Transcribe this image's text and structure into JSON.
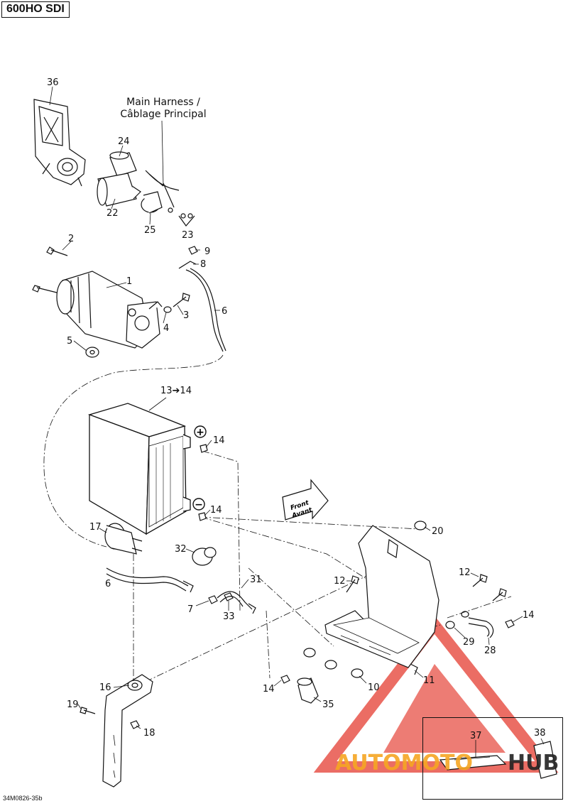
{
  "header": {
    "title": "600HO SDI"
  },
  "footer": {
    "doc_code": "34M0826-35b"
  },
  "labels": {
    "main_harness_line1": "Main Harness /",
    "main_harness_line2": "Câblage Principal",
    "front_line1": "Front",
    "front_line2": "Avant",
    "plus_symbol": "+",
    "minus_symbol": "−"
  },
  "callouts": {
    "c1": "1",
    "c2": "2",
    "c3": "3",
    "c4": "4",
    "c5": "5",
    "c6a": "6",
    "c6b": "6",
    "c7": "7",
    "c8": "8",
    "c9": "9",
    "c10": "10",
    "c11": "11",
    "c12a": "12",
    "c12b": "12",
    "c13": "13➔14",
    "c14a": "14",
    "c14b": "14",
    "c14c": "14",
    "c14d": "14",
    "c16": "16",
    "c17": "17",
    "c18": "18",
    "c19": "19",
    "c20": "20",
    "c22": "22",
    "c23": "23",
    "c24": "24",
    "c25": "25",
    "c28": "28",
    "c29": "29",
    "c31": "31",
    "c32": "32",
    "c33": "33",
    "c35": "35",
    "c36": "36",
    "c37": "37",
    "c38": "38"
  },
  "watermark": {
    "text_orange": "AUTOMOTO",
    "text_dark": "HUB"
  },
  "colors": {
    "line": "#111111",
    "watermark_red": "#e8544a",
    "watermark_orange": "#f6a623",
    "watermark_dark": "#222222"
  }
}
